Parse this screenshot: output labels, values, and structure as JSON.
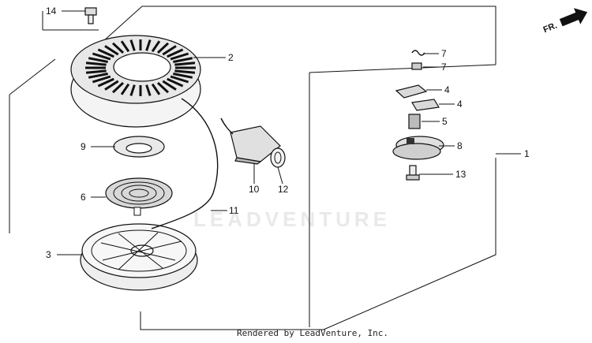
{
  "diagram": {
    "watermark": "LEADVENTURE",
    "footer": "Rendered by LeadVenture, Inc.",
    "direction_label": "FR.",
    "callouts": [
      {
        "id": "c14",
        "label": "14"
      },
      {
        "id": "c2",
        "label": "2"
      },
      {
        "id": "c9",
        "label": "9"
      },
      {
        "id": "c6",
        "label": "6"
      },
      {
        "id": "c3",
        "label": "3"
      },
      {
        "id": "c10",
        "label": "10"
      },
      {
        "id": "c12",
        "label": "12"
      },
      {
        "id": "c11",
        "label": "11"
      },
      {
        "id": "c7a",
        "label": "7"
      },
      {
        "id": "c7b",
        "label": "7"
      },
      {
        "id": "c4a",
        "label": "4"
      },
      {
        "id": "c4b",
        "label": "4"
      },
      {
        "id": "c5",
        "label": "5"
      },
      {
        "id": "c8",
        "label": "8"
      },
      {
        "id": "c13",
        "label": "13"
      },
      {
        "id": "c1",
        "label": "1"
      }
    ]
  }
}
